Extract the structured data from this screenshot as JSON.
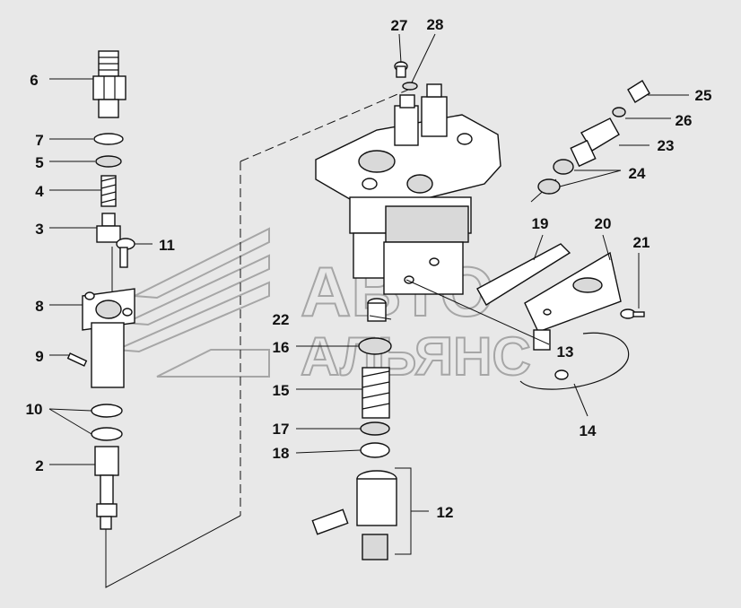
{
  "watermark": {
    "line1": "АВТО",
    "line2": "АЛЬЯНС"
  },
  "callouts": [
    "6",
    "7",
    "5",
    "4",
    "3",
    "11",
    "8",
    "9",
    "10",
    "2",
    "27",
    "28",
    "25",
    "26",
    "23",
    "24",
    "19",
    "20",
    "21",
    "22",
    "16",
    "13",
    "15",
    "14",
    "17",
    "18",
    "12"
  ]
}
